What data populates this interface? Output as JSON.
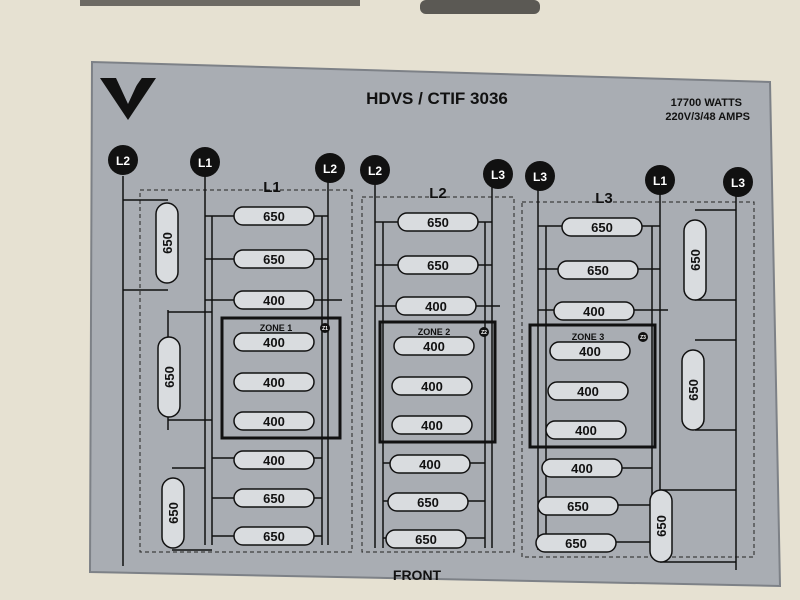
{
  "colors": {
    "background": "#e6e1d2",
    "plate": "#a9adb3",
    "ink": "#111111",
    "resistor_fill": "#d9dcdf"
  },
  "plate": {
    "logo": "V",
    "model": "HDVS / CTIF 3036",
    "rating_watts": "17700 WATTS",
    "rating_supply": "220V/3/48 AMPS",
    "front_label": "FRONT"
  },
  "terminals": [
    "L2",
    "L1",
    "L2",
    "L2",
    "L3",
    "L3",
    "L1",
    "L3"
  ],
  "groups": [
    {
      "label": "L1",
      "zone_label": "ZONE 1",
      "zone_marker": "Z1",
      "top_elements": [
        "650",
        "650",
        "400"
      ],
      "zone_elements": [
        "400",
        "400",
        "400"
      ],
      "bottom_elements": [
        "400",
        "650",
        "650"
      ]
    },
    {
      "label": "L2",
      "zone_label": "ZONE 2",
      "zone_marker": "Z2",
      "top_elements": [
        "650",
        "650",
        "400"
      ],
      "zone_elements": [
        "400",
        "400",
        "400"
      ],
      "bottom_elements": [
        "400",
        "650",
        "650"
      ]
    },
    {
      "label": "L3",
      "zone_label": "ZONE 3",
      "zone_marker": "Z3",
      "top_elements": [
        "650",
        "650",
        "400"
      ],
      "zone_elements": [
        "400",
        "400",
        "400"
      ],
      "bottom_elements": [
        "400",
        "650",
        "650"
      ]
    }
  ],
  "side_elements": {
    "left": [
      "650",
      "650",
      "650"
    ],
    "right": [
      "650",
      "650",
      "650"
    ]
  }
}
